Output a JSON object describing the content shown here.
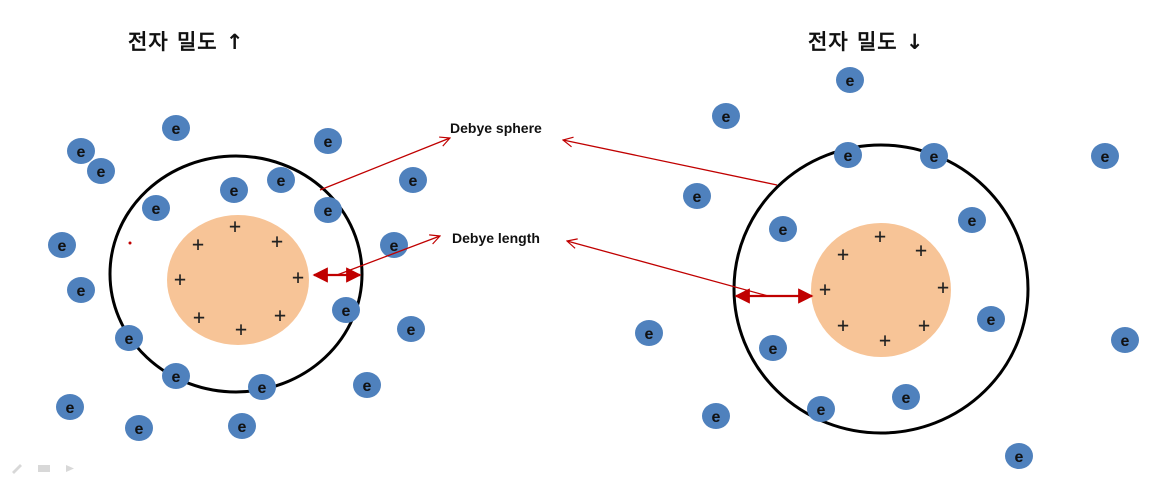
{
  "titles": {
    "left": "전자 밀도 ↑",
    "right": "전자 밀도 ↓"
  },
  "labels": {
    "debye_sphere": "Debye sphere",
    "debye_length": "Debye length"
  },
  "symbols": {
    "electron": "e",
    "positive_charge": "+"
  },
  "colors": {
    "electron_fill": "#4f81bd",
    "core_fill": "#f7c497",
    "sphere_stroke": "#000000",
    "arrow": "#c00000"
  }
}
